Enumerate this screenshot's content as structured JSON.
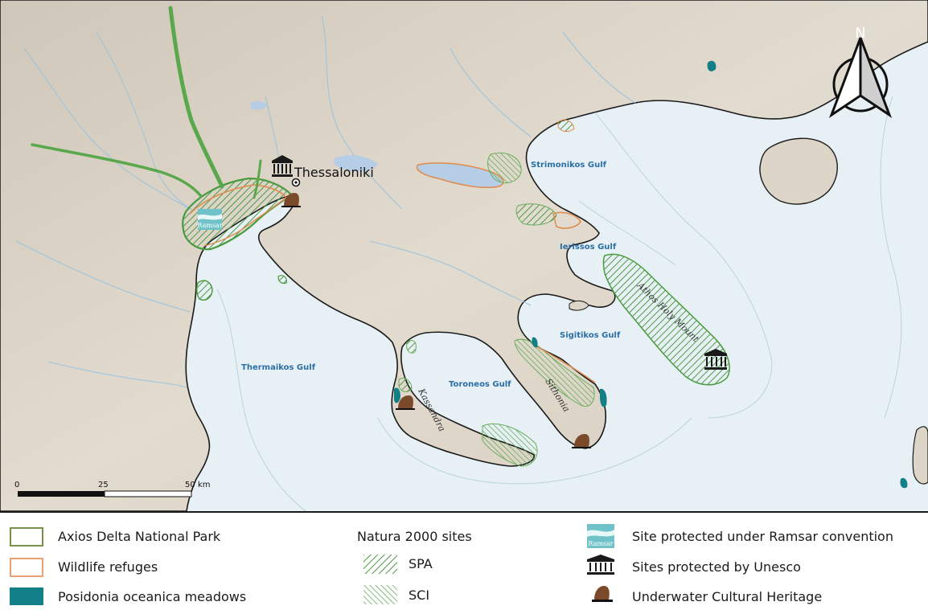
{
  "map": {
    "city": "Thessaloniki",
    "gulfs": {
      "strimonikos": "Strimonikos Gulf",
      "ierissos": "Ierissos Gulf",
      "sigitikos": "Sigitikos Gulf",
      "toroneos": "Toroneos Gulf",
      "thermaikos": "Thermaikos Gulf"
    },
    "peninsulas": {
      "kassandra": "Kassandra",
      "sithonia": "Sithonia",
      "athos": "Athos Holy Mount"
    },
    "north_arrow_label": "N",
    "ramsar_badge": "Ramsar",
    "unesco_badge": "UNESCO",
    "scale": {
      "t0": "0",
      "t1": "25",
      "t2": "50 km"
    },
    "colors": {
      "sea": "#e6f1f5",
      "land": "#d9d1c4",
      "protected_green": "#4a9a40",
      "refuge_orange": "#e08a4c",
      "posidonia": "#137f86"
    }
  },
  "legend": {
    "axios": "Axios Delta National Park",
    "refuges": "Wildlife refuges",
    "posidonia": "Posidonia oceanica meadows",
    "natura": "Natura 2000 sites",
    "spa": "SPA",
    "sci": "SCI",
    "ramsar": "Site protected under Ramsar convention",
    "unesco": "Sites protected by Unesco",
    "uch": "Underwater Cultural Heritage"
  }
}
